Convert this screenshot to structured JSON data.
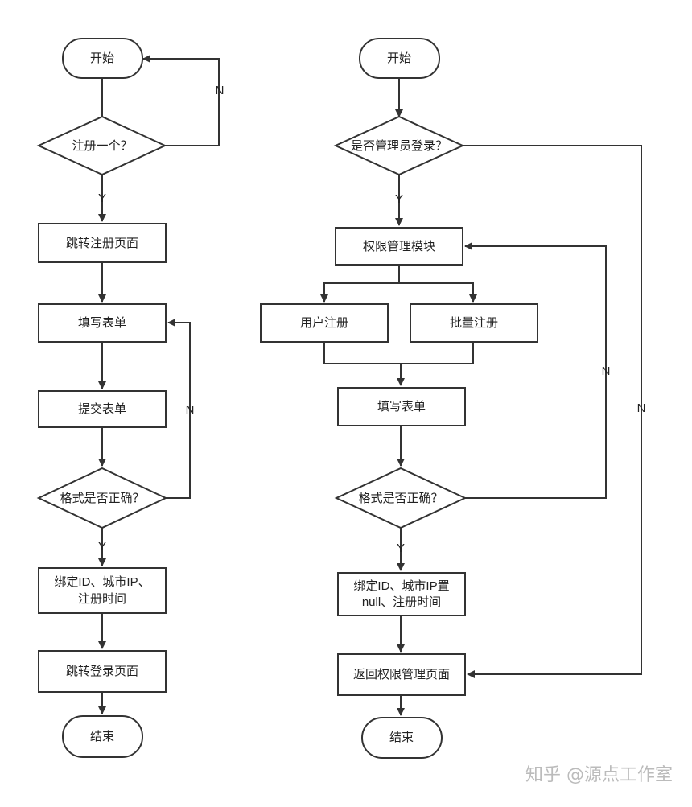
{
  "left_flow": {
    "start": "开始",
    "q_register": "注册一个？",
    "goto_register": "跳转注册页面",
    "fill_form": "填写表单",
    "submit_form": "提交表单",
    "q_format": "格式是否正确？",
    "bind_line1": "绑定ID、城市IP、",
    "bind_line2": "注册时间",
    "goto_login": "跳转登录页面",
    "end": "结束",
    "label_n_register": "N",
    "label_y_register": "Y",
    "label_n_format": "N",
    "label_y_format": "Y"
  },
  "right_flow": {
    "start": "开始",
    "q_admin": "是否管理员登录？",
    "perm_module": "权限管理模块",
    "user_register": "用户注册",
    "batch_register": "批量注册",
    "fill_form": "填写表单",
    "q_format": "格式是否正确？",
    "bind_line1": "绑定ID、城市IP置",
    "bind_line2": "null、注册时间",
    "return_perm": "返回权限管理页面",
    "end": "结束",
    "label_y_admin": "Y",
    "label_n_admin": "N",
    "label_n_format": "N",
    "label_y_format": "Y"
  },
  "watermark": "知乎 @源点工作室"
}
